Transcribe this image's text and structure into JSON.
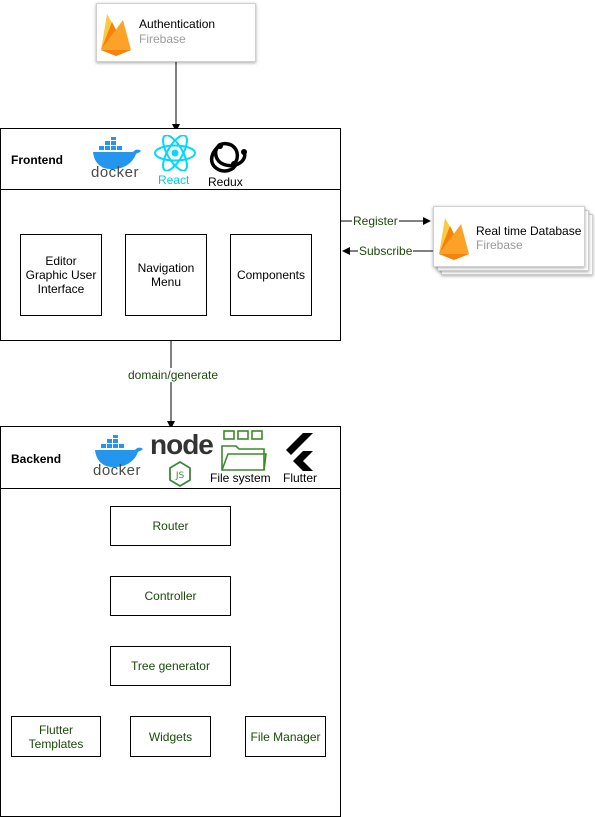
{
  "auth": {
    "title": "Authentication",
    "subtitle": "Firebase"
  },
  "database": {
    "title": "Real time Database",
    "subtitle": "Firebase"
  },
  "frontend": {
    "label": "Frontend",
    "tech": {
      "docker": "docker",
      "react": "React",
      "redux": "Redux"
    },
    "modules": [
      "Editor Graphic User Interface",
      "Navigation Menu",
      "Components"
    ]
  },
  "edges": {
    "register": "Register",
    "subscribe": "Subscribe",
    "domain_generate": "domain/generate"
  },
  "backend": {
    "label": "Backend",
    "tech": {
      "docker": "docker",
      "node": "node",
      "filesystem": "File system",
      "flutter": "Flutter"
    },
    "pipeline": [
      "Router",
      "Controller",
      "Tree generator"
    ],
    "outputs": [
      "Flutter Templates",
      "Widgets",
      "File Manager"
    ]
  },
  "colors": {
    "firebase_orange": "#f6820c",
    "firebase_yellow": "#fcca3f",
    "docker_blue": "#2496ed",
    "react_cyan": "#00d8ff",
    "node_green": "#3c873a",
    "label_green": "#1a4a0a"
  }
}
